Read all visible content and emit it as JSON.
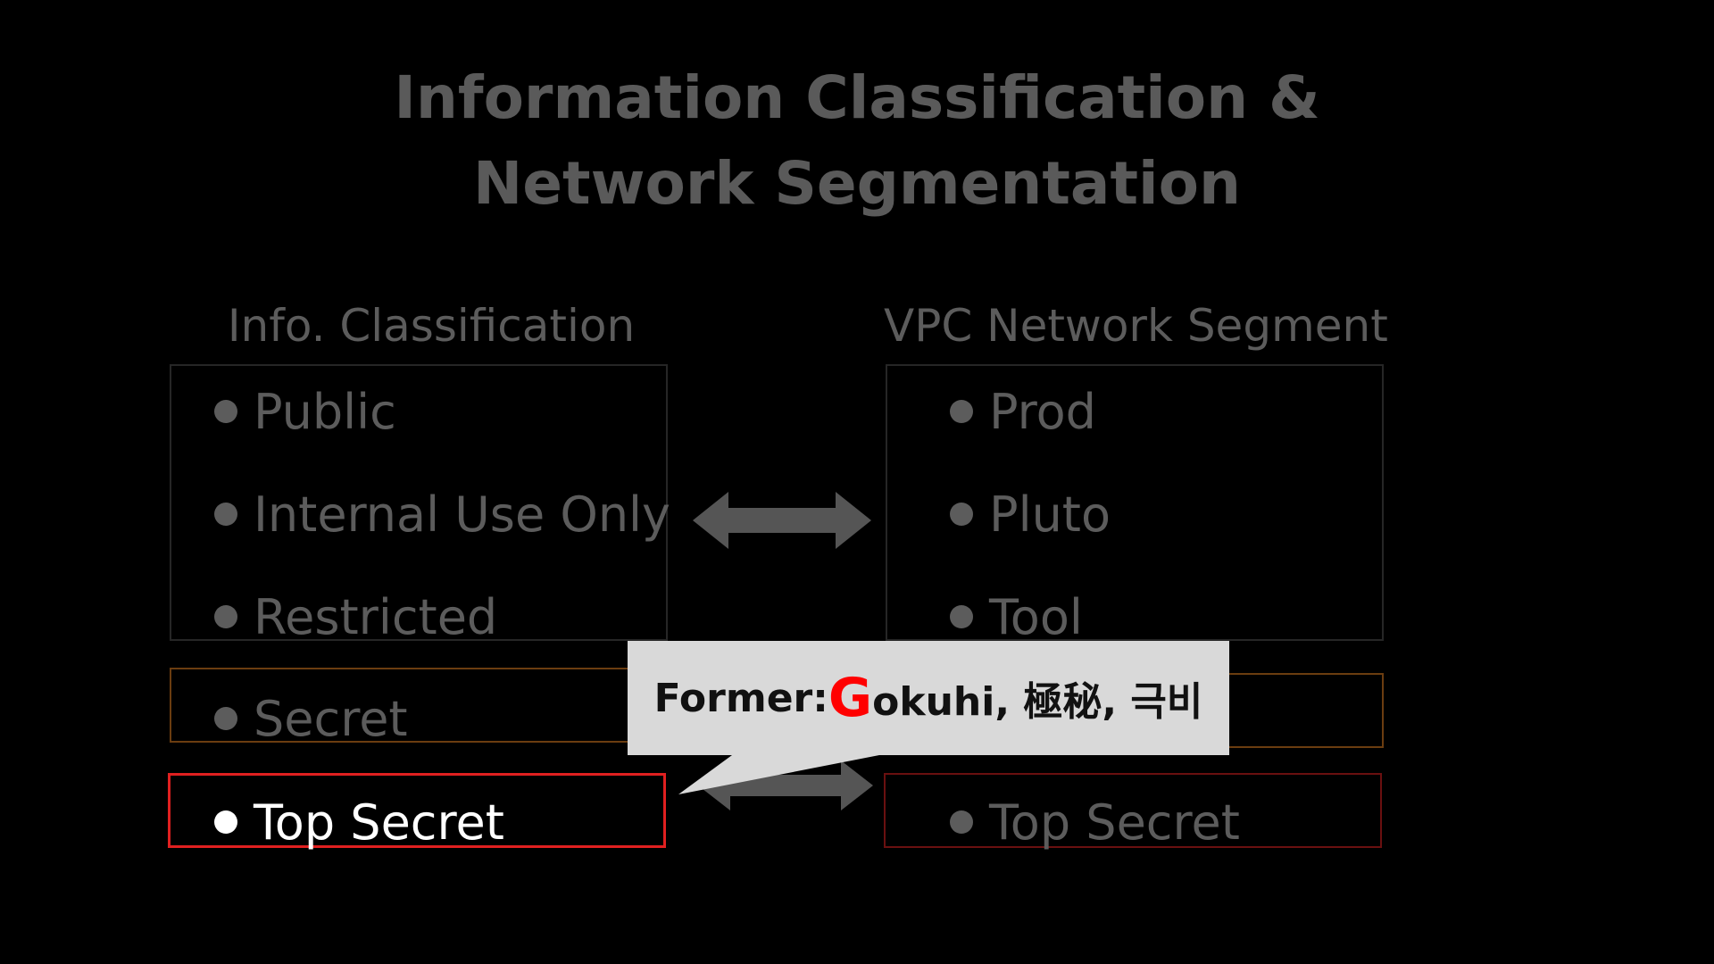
{
  "title": {
    "line1": "Information Classification &",
    "line2": "Network Segmentation"
  },
  "left": {
    "heading": "Info. Classification",
    "group_items": [
      "Public",
      "Internal Use Only",
      "Restricted"
    ],
    "secret": "Secret",
    "top_secret": "Top Secret"
  },
  "right": {
    "heading": "VPC Network Segment",
    "group_items": [
      "Prod",
      "Pluto",
      "Tool"
    ],
    "top_secret": "Top Secret"
  },
  "callout": {
    "prefix": "Former: ",
    "highlight": "G",
    "rest": "okuhi, 極秘, 극비"
  },
  "colors": {
    "background": "#000000",
    "dim_text": "#5c5c5c",
    "active_text": "#ffffff",
    "secret_border": "#6b3d10",
    "top_secret_border_active": "#e02020",
    "top_secret_border_dim": "#6a1010",
    "arrow": "#555555",
    "callout_bg": "#d9d9d9",
    "callout_highlight": "#ff0000"
  }
}
